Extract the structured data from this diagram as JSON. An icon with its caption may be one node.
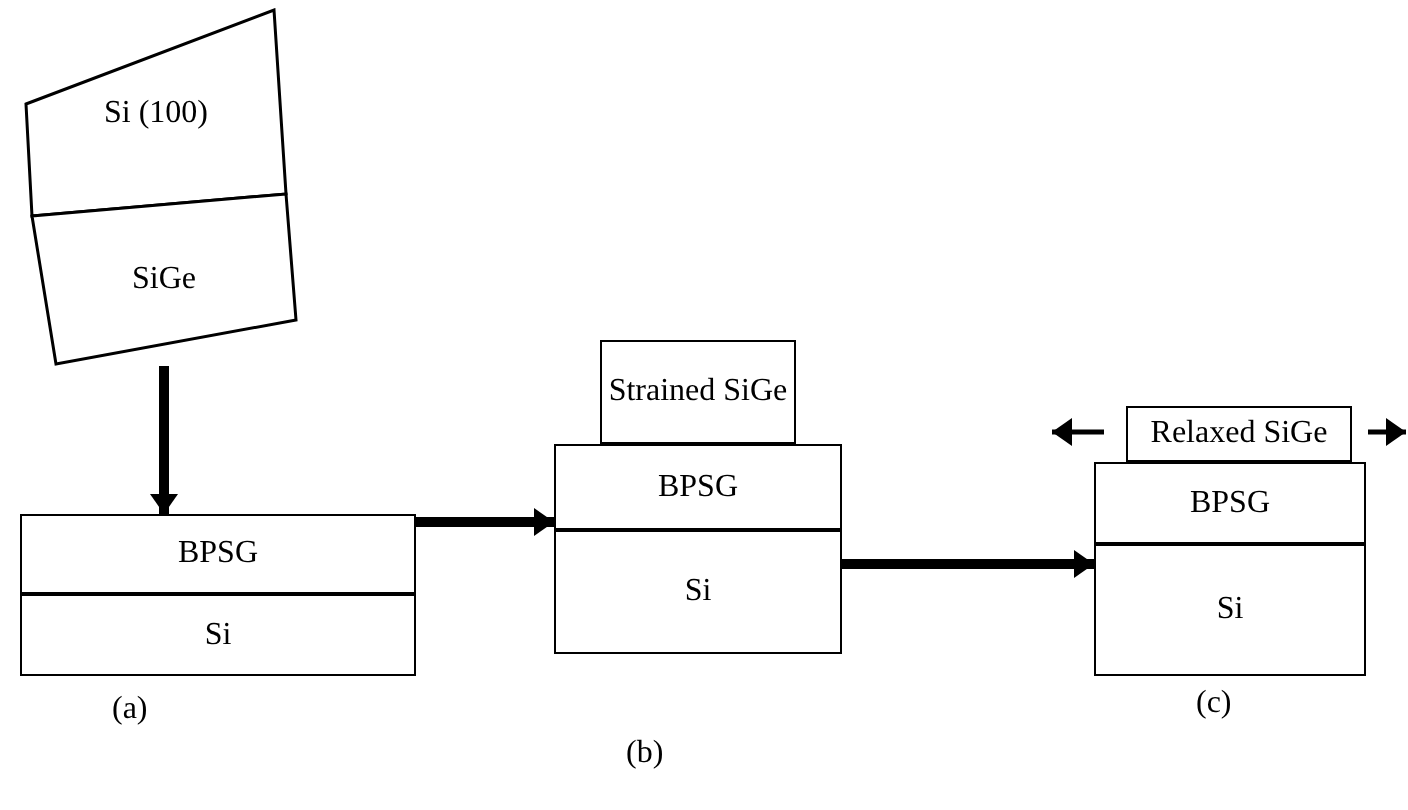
{
  "diagram": {
    "nodes": [
      {
        "text": [
          "Si (100)"
        ]
      },
      {
        "text": [
          "SiGe"
        ]
      },
      {
        "text": [
          "BPSG"
        ]
      },
      {
        "text": [
          "Si"
        ],
        "beside": [
          "(a)"
        ]
      },
      {
        "text": [
          "Strained SiGe"
        ]
      },
      {
        "text": [
          "BPSG"
        ]
      },
      {
        "text": [
          "Si"
        ],
        "beside": [
          "(b)"
        ]
      },
      {
        "text": [
          "Relaxed SiGe"
        ]
      },
      {
        "text": [
          "BPSG"
        ]
      },
      {
        "text": [
          "Si"
        ],
        "beside": [
          "(c)"
        ]
      }
    ],
    "edges": [
      {
        "from": 1,
        "to": 2,
        "arrow": "to"
      },
      {
        "from": 2,
        "to": 5,
        "arrow": "to"
      },
      {
        "from": 6,
        "to": 9,
        "arrow": "to"
      }
    ]
  }
}
